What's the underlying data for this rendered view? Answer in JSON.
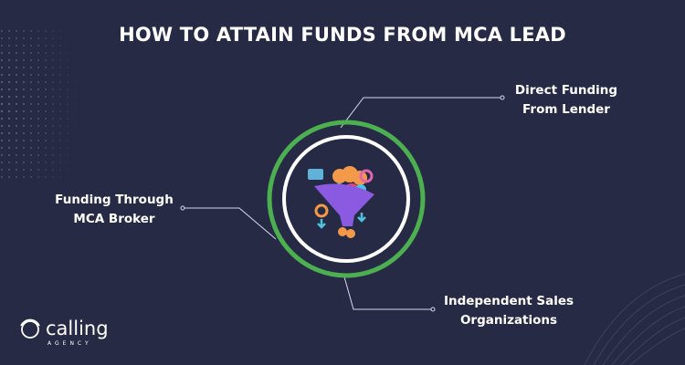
{
  "title": "HOW TO ATTAIN FUNDS FROM MCA LEAD",
  "branches": [
    {
      "line1": "Direct Funding",
      "line2": "From Lender"
    },
    {
      "line1": "Funding Through",
      "line2": "MCA Broker"
    },
    {
      "line1": "Independent Sales",
      "line2": "Organizations"
    }
  ],
  "center_icon": "funnel-icon",
  "colors": {
    "background": "#262a45",
    "ring_outer": "#4caf50",
    "ring_inner": "#ffffff",
    "text": "#ffffff"
  },
  "logo": {
    "name": "calling",
    "sub": "AGENCY"
  }
}
